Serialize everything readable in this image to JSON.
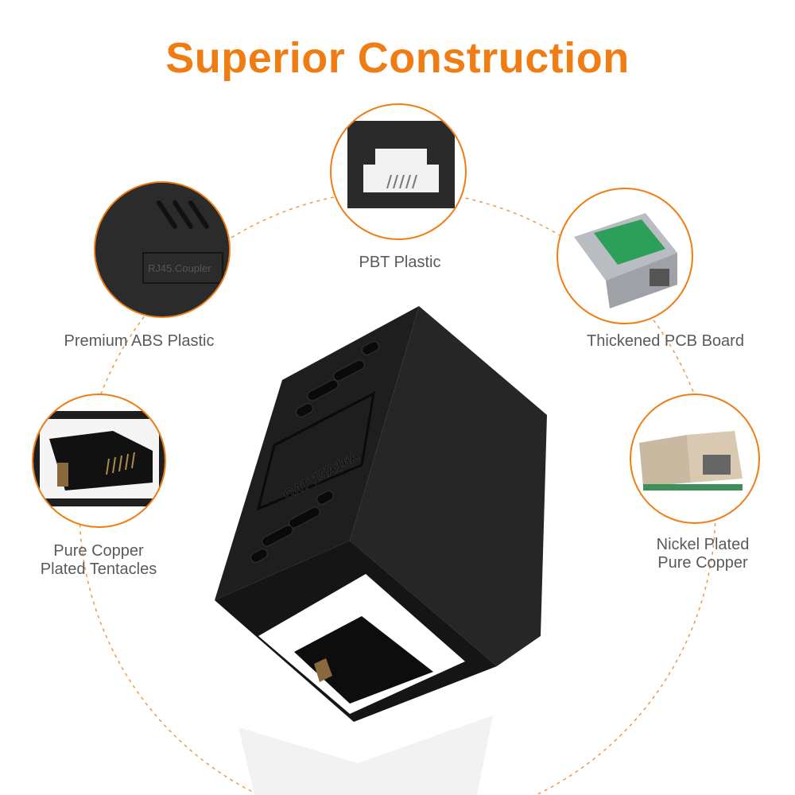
{
  "title": "Superior Construction",
  "colors": {
    "accent": "#f07d14",
    "label_text": "#5a5a5a",
    "product": "#1c1c1c"
  },
  "features": [
    {
      "label": "PBT Plastic",
      "image": "rj45-port-closeup"
    },
    {
      "label": "Premium ABS Plastic",
      "image": "coupler-housing-closeup",
      "engraving": "RJ45.Coupler"
    },
    {
      "label": "Thickened PCB Board",
      "image": "pcb-board-closeup"
    },
    {
      "label_lines": [
        "Pure Copper",
        "Plated Tentacles"
      ],
      "image": "port-contacts-closeup"
    },
    {
      "label_lines": [
        "Nickel Plated",
        "Pure Copper"
      ],
      "image": "shielded-jack-closeup"
    }
  ],
  "product": {
    "engraving": "CAT 15A16A",
    "image": "rj45-coupler"
  }
}
